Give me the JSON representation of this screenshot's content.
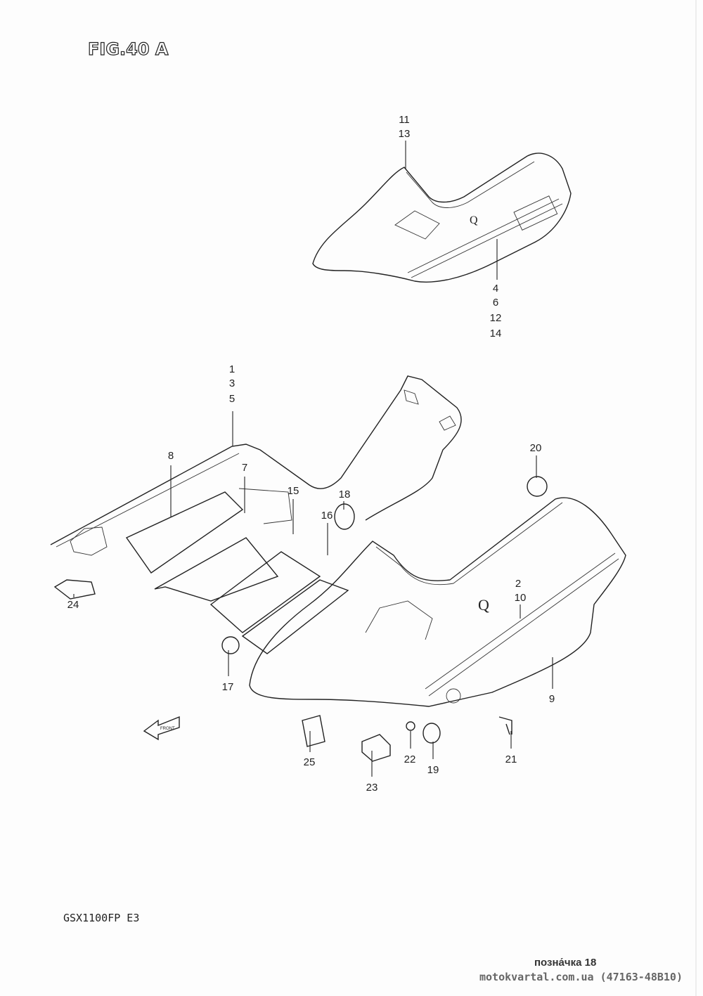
{
  "figure_title": "FIG.40 A",
  "model": "GSX1100FP E3",
  "front_marker": "FRONT",
  "callouts": {
    "c11": "11",
    "c13": "13",
    "c4": "4",
    "c6": "6",
    "c12": "12",
    "c14": "14",
    "c1": "1",
    "c3": "3",
    "c5": "5",
    "c8": "8",
    "c7": "7",
    "c15": "15",
    "c18": "18",
    "c16": "16",
    "c20": "20",
    "c2": "2",
    "c10": "10",
    "c9": "9",
    "c24": "24",
    "c17": "17",
    "c25": "25",
    "c23": "23",
    "c22": "22",
    "c19": "19",
    "c21": "21"
  },
  "footer": {
    "label": "позна́чка 18",
    "source": "motokvartal.com.ua (47163-48B10)"
  }
}
